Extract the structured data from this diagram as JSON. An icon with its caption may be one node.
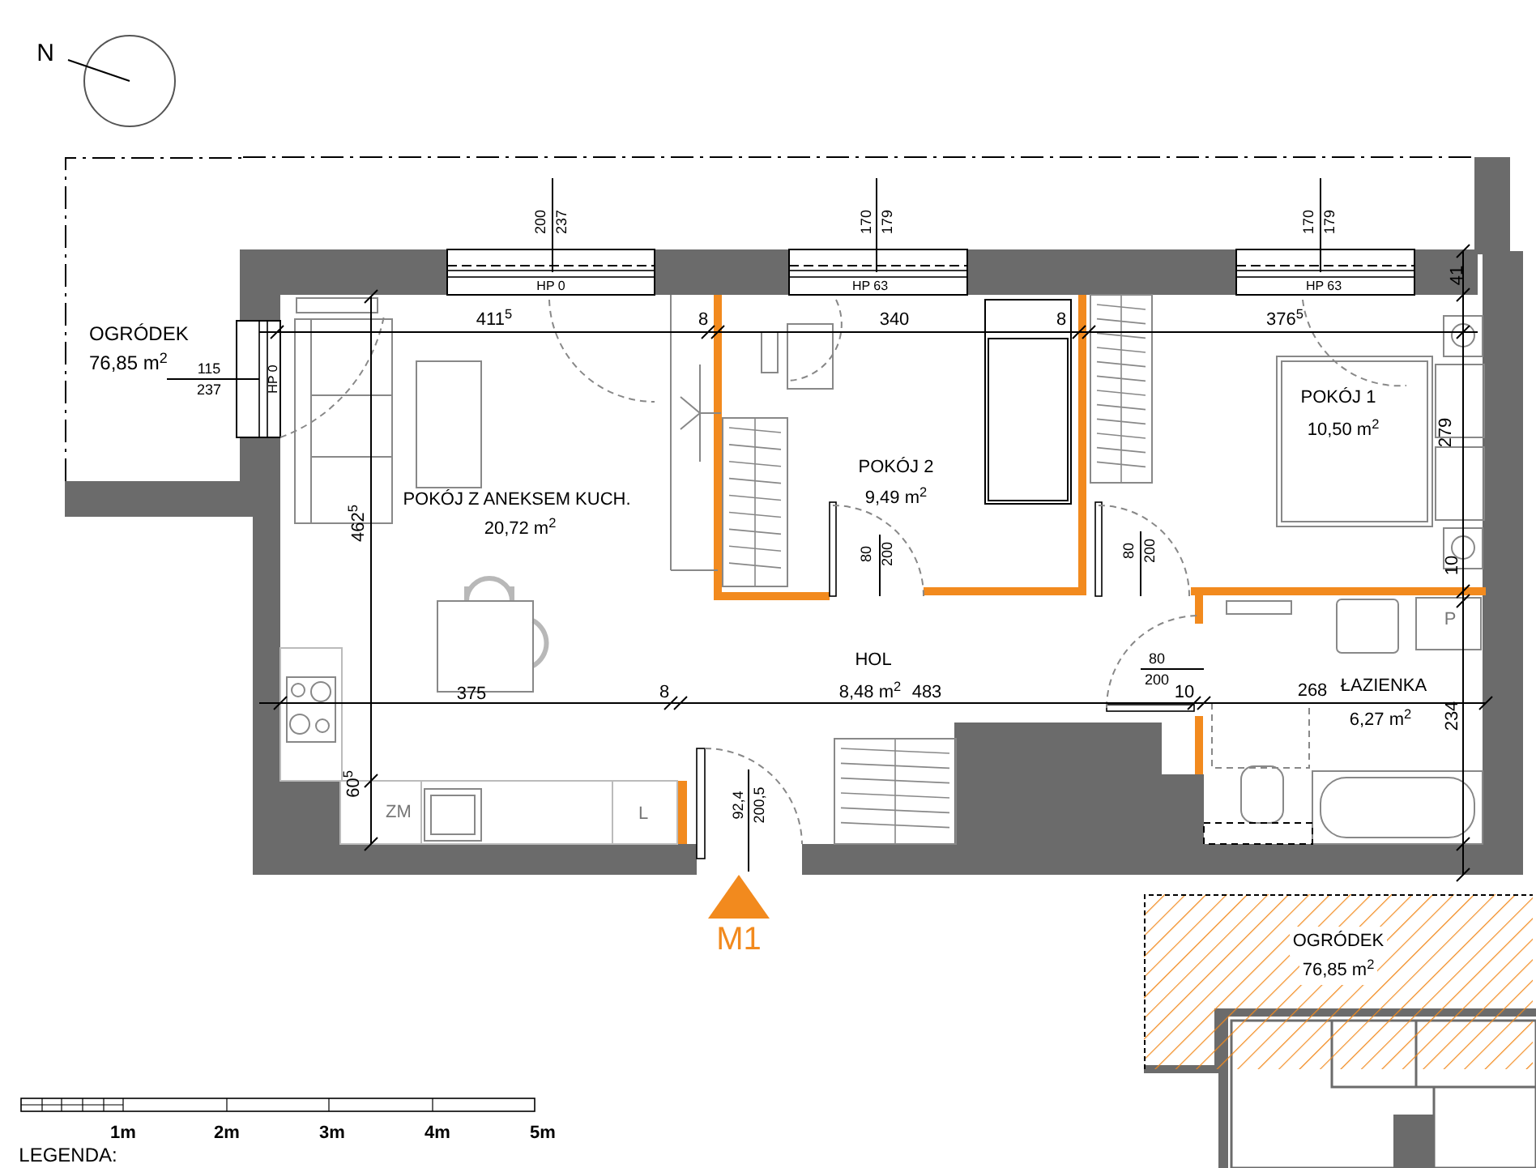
{
  "diagram": {
    "nodes": [
      {
        "text": [
          "OGRÓDEK",
          "76,85 m$^{2}$"
        ]
      },
      {
        "text": [
          "OGRÓDEK",
          "76,85 m$^{2}$"
        ]
      }
    ],
    "labels": [
      "N",
      "200",
      "237",
      "170",
      "179",
      "170",
      "179",
      "HP 0",
      "HP 63",
      "HP 63",
      "115",
      "237",
      "HP 0",
      "411$^{5}$",
      "8",
      "340",
      "8",
      "376$^{5}$",
      "41",
      "POKÓJ 1",
      "10,50 m$^{2}$",
      "279",
      "POKÓJ 2",
      "POKÓJ Z ANEKSEM KUCH.",
      "9,49 m$^{2}$",
      "20,72 m$^{2}$",
      "462$^{5}$",
      "80",
      "200",
      "80",
      "200",
      "10",
      "P",
      "HOL",
      "80",
      "375",
      "8",
      "8,48 m$^{2}$",
      "483",
      "200",
      "10",
      "268",
      "ŁAZIENKA",
      "6,27 m$^{2}$",
      "234",
      "60$^{5}$",
      "ZM",
      "L",
      "92,4",
      "200,5",
      "M1",
      "1m",
      "2m",
      "3m",
      "4m",
      "5m",
      "LEGENDA:"
    ]
  }
}
